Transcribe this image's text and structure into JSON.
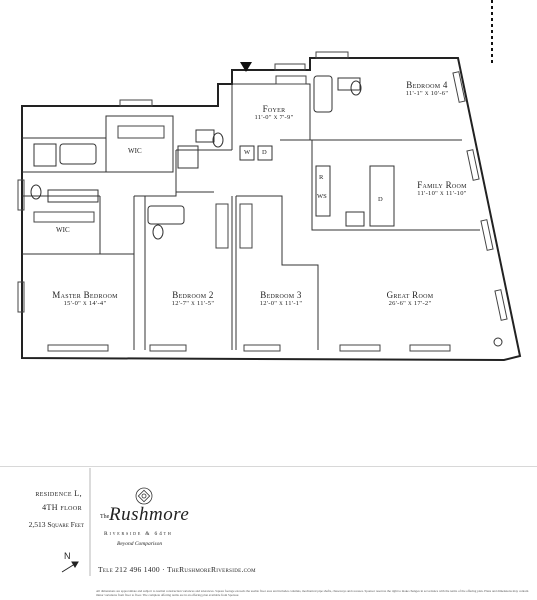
{
  "rooms": {
    "foyer": {
      "name": "Foyer",
      "dims": "11'-0\" x 7'-9\""
    },
    "bedroom4": {
      "name": "Bedroom 4",
      "dims": "11'-1\" x 10'-6\""
    },
    "family_room": {
      "name": "Family Room",
      "dims": "11'-10\" x 11'-10\""
    },
    "master_bedroom": {
      "name": "Master Bedroom",
      "dims": "15'-0\" x 14'-4\""
    },
    "bedroom2": {
      "name": "Bedroom 2",
      "dims": "12'-7\" x 11'-5\""
    },
    "bedroom3": {
      "name": "Bedroom 3",
      "dims": "12'-0\" x 11'-1\""
    },
    "great_room": {
      "name": "Great Room",
      "dims": "26'-6\" x 17'-2\""
    }
  },
  "labels": {
    "wic_1": "WIC",
    "wic_2": "WIC",
    "washer": "W",
    "dryer": "D",
    "fridge": "R",
    "dishwasher": "D",
    "wine_storage": "WS"
  },
  "legend": {
    "residence_line1": "residence L,",
    "residence_line2": "4TH floor",
    "square_feet": "2,513 Square Feet",
    "brand_prefix": "The",
    "brand_name": "Rushmore",
    "location": "Riverside & 64th",
    "tagline": "Beyond Comparison",
    "contact": "Tele 212 496 1400 · TheRushmoreRiverside.com",
    "north": "N",
    "disclaimer": "All dimensions are approximate and subject to normal construction variances and tolerances. Square footage exceeds the usable floor area and includes columns, mechanical pipe shafts, chaseways and recesses. Sponsor reserves the right to make changes in accordance with the terms of the offering plan. Plans and dimensions may contain minor variations from floor to floor. The complete offering terms are in an offering plan available from Sponsor."
  }
}
